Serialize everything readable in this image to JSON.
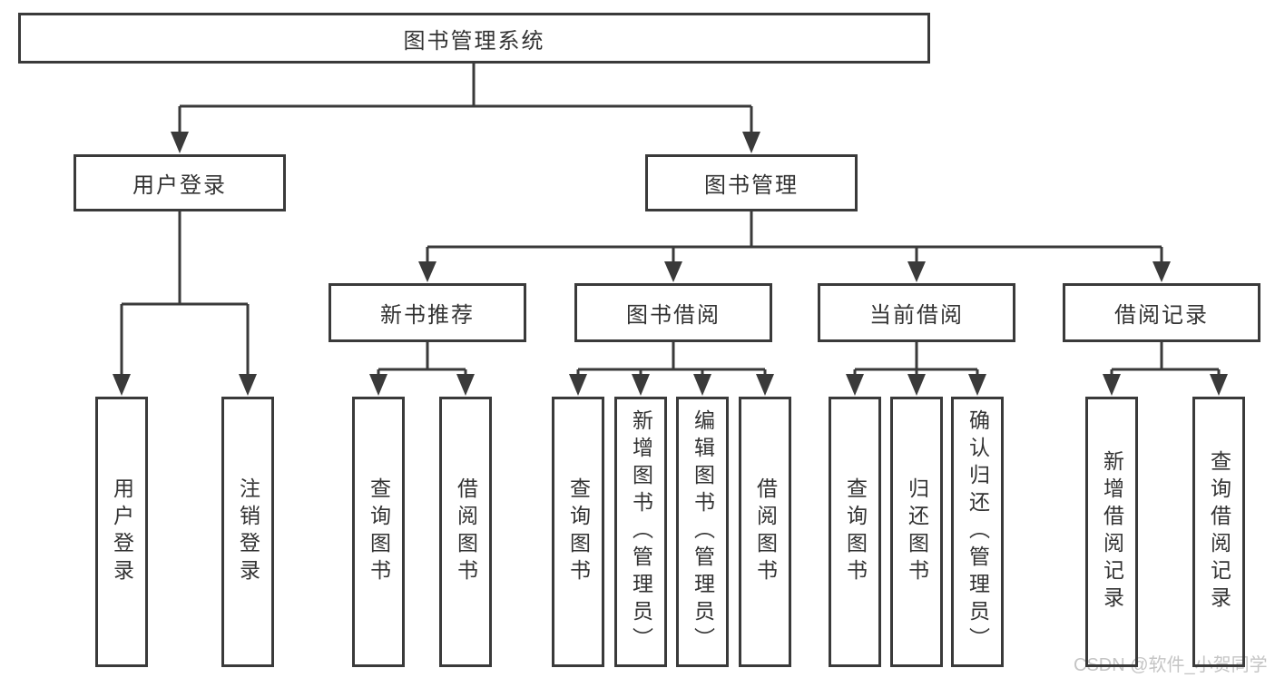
{
  "diagram_title": "图书管理系统",
  "tree": {
    "root": "图书管理系统",
    "branches": [
      {
        "label": "用户登录",
        "children": [
          "用户登录",
          "注销登录"
        ]
      },
      {
        "label": "图书管理",
        "sections": [
          {
            "label": "新书推荐",
            "children": [
              "查询图书",
              "借阅图书"
            ]
          },
          {
            "label": "图书借阅",
            "children": [
              "查询图书",
              "新增图书（管理员）",
              "编辑图书（管理员）",
              "借阅图书"
            ]
          },
          {
            "label": "当前借阅",
            "children": [
              "查询图书",
              "归还图书",
              "确认归还（管理员）"
            ]
          },
          {
            "label": "借阅记录",
            "children": [
              "新增借阅记录",
              "查询借阅记录"
            ]
          }
        ]
      }
    ]
  },
  "watermark": {
    "text": "CSDN @软件_小贺同学"
  },
  "colors": {
    "line": "#3a3a3a",
    "text": "#333333",
    "background": "#ffffff",
    "watermark": "#c5c5c5"
  }
}
